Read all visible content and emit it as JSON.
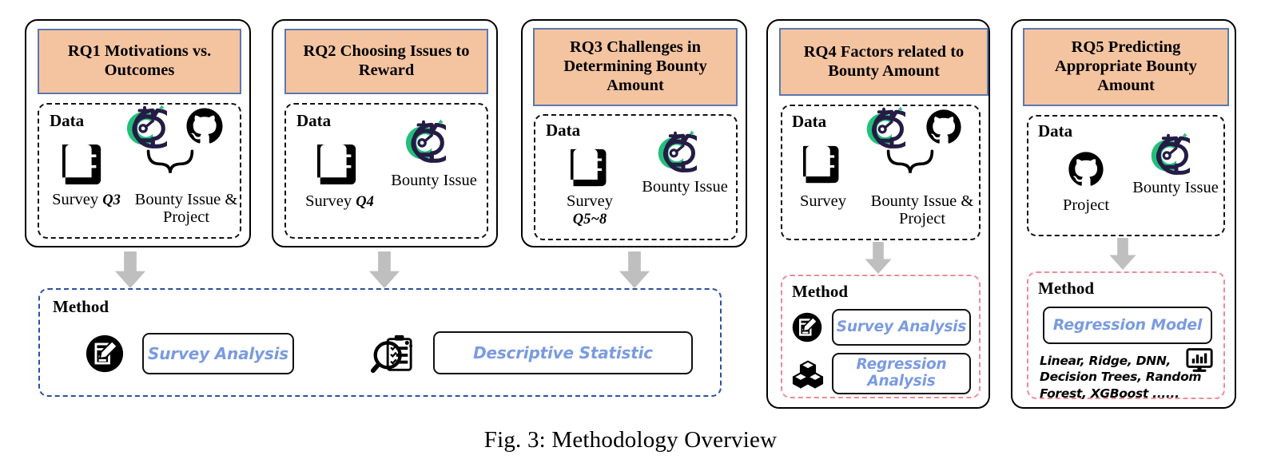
{
  "figure": {
    "caption": "Fig. 3: Methodology Overview",
    "colors": {
      "header_fill": "#F4C4A0",
      "header_border": "#5B77B0",
      "method_blue_dash": "#2B4FA2",
      "method_pink_dash": "#F08A93",
      "pill_text": "#7A9BE0",
      "arrow": "#BFBFBF",
      "bounty_icon_navy": "#251C45",
      "bounty_icon_green": "#22C07A"
    }
  },
  "cards": [
    {
      "id": "rq1",
      "header": "RQ1 Motivations vs. Outcomes",
      "data": {
        "title": "Data",
        "items": [
          {
            "label": "Survey",
            "suffix": "Q3",
            "icon": "survey-checklist-icon"
          },
          {
            "label": "Bounty Issue & Project",
            "icon": "bounty-issue-icon+github-icon",
            "brace": true
          }
        ]
      }
    },
    {
      "id": "rq2",
      "header": "RQ2 Choosing Issues to Reward",
      "data": {
        "title": "Data",
        "items": [
          {
            "label": "Survey",
            "suffix": "Q4",
            "icon": "survey-checklist-icon"
          },
          {
            "label": "Bounty Issue",
            "icon": "bounty-issue-icon"
          }
        ]
      }
    },
    {
      "id": "rq3",
      "header": "RQ3 Challenges in Determining Bounty Amount",
      "data": {
        "title": "Data",
        "items": [
          {
            "label": "Survey",
            "suffix": "Q5~8",
            "icon": "survey-checklist-icon"
          },
          {
            "label": "Bounty Issue",
            "icon": "bounty-issue-icon"
          }
        ]
      }
    },
    {
      "id": "rq4",
      "header": "RQ4 Factors related to Bounty Amount",
      "data": {
        "title": "Data",
        "items": [
          {
            "label": "Survey",
            "icon": "survey-checklist-icon"
          },
          {
            "label": "Bounty Issue & Project",
            "icon": "bounty-issue-icon+github-icon",
            "brace": true
          }
        ]
      },
      "method": {
        "title": "Method",
        "border": "pink",
        "items": [
          {
            "label": "Survey Analysis",
            "icon": "survey-edit-icon"
          },
          {
            "label": "Regression Analysis",
            "icon": "cubes-icon"
          }
        ]
      }
    },
    {
      "id": "rq5",
      "header": "RQ5 Predicting Appropriate Bounty Amount",
      "data": {
        "title": "Data",
        "items": [
          {
            "label": "Project",
            "icon": "github-icon"
          },
          {
            "label": "Bounty Issue",
            "icon": "bounty-issue-icon"
          }
        ]
      },
      "method": {
        "title": "Method",
        "border": "pink",
        "items": [
          {
            "label": "Regression Model"
          }
        ],
        "model_list": [
          "Linear, Ridge, DNN,",
          "Decision Trees, Random",
          "Forest, XGBoost ......"
        ],
        "aux_icon": "chart-monitor-icon"
      }
    }
  ],
  "shared_method": {
    "title": "Method",
    "border": "blue",
    "items": [
      {
        "label": "Survey Analysis",
        "icon": "survey-edit-icon"
      },
      {
        "label": "Descriptive Statistic",
        "icon": "magnifier-clipboard-icon"
      }
    ]
  }
}
